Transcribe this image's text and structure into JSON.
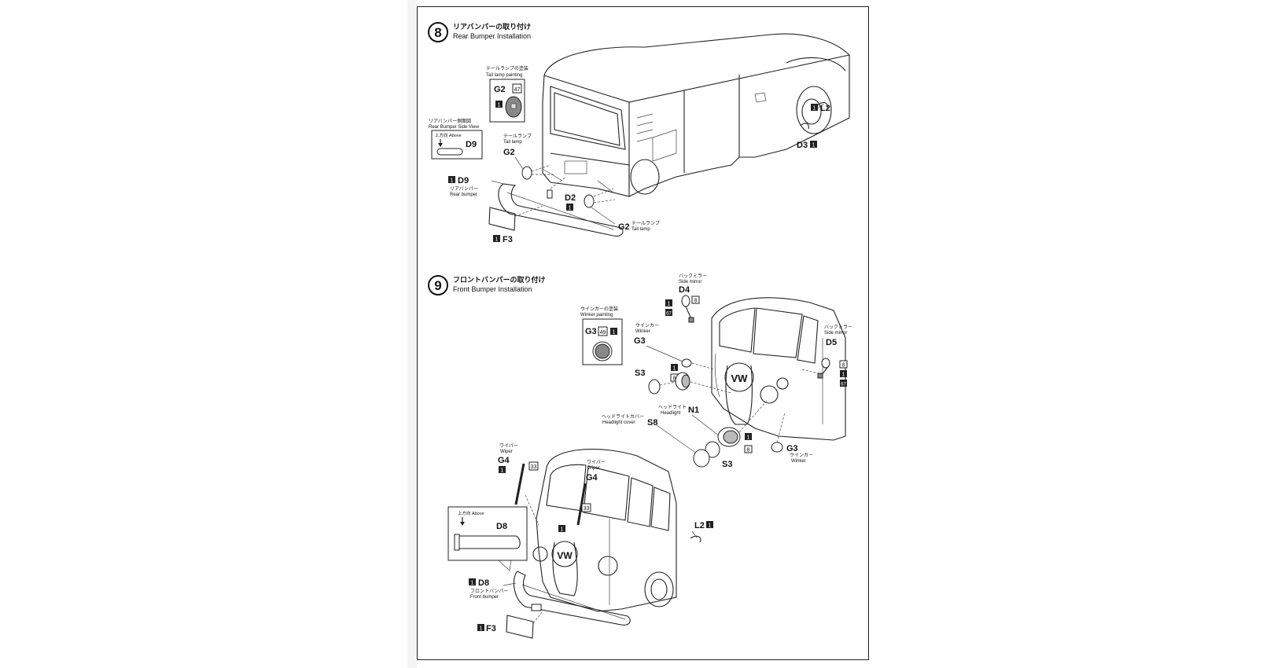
{
  "step8": {
    "number": "8",
    "title_jp": "リアバンパーの取り付け",
    "title_en": "Rear Bumper Installation",
    "tail_painting": {
      "label_jp": "テールランプの塗装",
      "label_en": "Tail lamp painting",
      "part": "G2",
      "color": "47",
      "color2": "1"
    },
    "side_view": {
      "label_jp": "リアバンパー側面図",
      "label_en": "Rear Bumper Side View",
      "above": "上方向  Above",
      "part": "D9"
    },
    "tail_lamp": {
      "label_jp": "テールランプ",
      "label_en": "Tail lamp",
      "part": "G2"
    },
    "bumper": {
      "qty": "1",
      "part": "D9",
      "label_jp": "リアバンパー",
      "label_en": "Rear bumper"
    },
    "d2": {
      "part": "D2",
      "qty": "1"
    },
    "g2b": {
      "part": "G2",
      "label_jp": "テールランプ",
      "label_en": "Tail lamp"
    },
    "f3": {
      "qty": "1",
      "part": "F3"
    },
    "l2": {
      "qty": "1",
      "part": "L2"
    },
    "d3": {
      "part": "D3",
      "qty": "1"
    }
  },
  "step9": {
    "number": "9",
    "title_jp": "フロントバンパーの取り付け",
    "title_en": "Front Bumper Installation",
    "winker_painting": {
      "label_jp": "ウインカーの塗装",
      "label_en": "Winker painting",
      "part": "G3",
      "color": "49",
      "color2": "1"
    },
    "winker": {
      "label_jp": "ウインカー",
      "label_en": "Winker",
      "part": "G3"
    },
    "mirror_left": {
      "label_jp": "バックミラー",
      "label_en": "Side mirror",
      "part": "D4",
      "c1": "1",
      "c2": "8",
      "c3": "67"
    },
    "mirror_right": {
      "label_jp": "バックミラー",
      "label_en": "Side mirror",
      "part": "D5",
      "c1": "8",
      "c2": "1",
      "c3": "67"
    },
    "codes_a": {
      "c1": "1",
      "c2": "8"
    },
    "s3": "S3",
    "headlight": {
      "label_jp": "ヘッドライト",
      "label_en": "Headlight",
      "part": "N1"
    },
    "headlight_cover": {
      "label_jp": "ヘッドライトカバー",
      "label_en": "Headlight cover",
      "part": "S8"
    },
    "codes_b": {
      "c1": "1",
      "c2": "8"
    },
    "s3b": "S3",
    "g3b": {
      "part": "G3",
      "label_jp": "ウインカー",
      "label_en": "Winker"
    },
    "wiper_left": {
      "label_jp": "ワイパー",
      "label_en": "Wiper",
      "part": "G4",
      "qty": "1",
      "color": "33"
    },
    "wiper_center": {
      "label_jp": "ワイパー",
      "label_en": "Wiper",
      "part": "G4",
      "color": "33",
      "qty": "1"
    },
    "side_view": {
      "above": "上方向  Above",
      "part": "D8"
    },
    "l2": {
      "part": "L2",
      "qty": "1"
    },
    "bumper": {
      "qty": "1",
      "part": "D8",
      "label_jp": "フロントバンパー",
      "label_en": "Front bumper"
    },
    "f3": {
      "qty": "1",
      "part": "F3"
    }
  }
}
